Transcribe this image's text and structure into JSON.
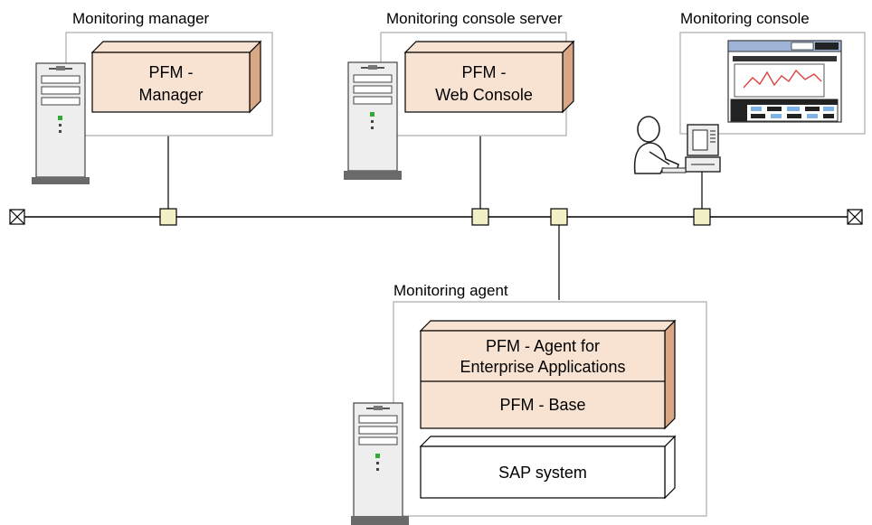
{
  "nodes": {
    "monitoring_manager": {
      "title": "Monitoring manager",
      "component_line1": "PFM -",
      "component_line2": "Manager"
    },
    "monitoring_console_server": {
      "title": "Monitoring console server",
      "component_line1": "PFM -",
      "component_line2": "Web Console"
    },
    "monitoring_console": {
      "title": "Monitoring console"
    },
    "monitoring_agent": {
      "title": "Monitoring agent",
      "agent_line1": "PFM - Agent for",
      "agent_line2": "Enterprise Applications",
      "base_label": "PFM - Base",
      "sap_label": "SAP system"
    }
  },
  "colors": {
    "component_front": "#f8e3d3",
    "component_side": "#d8a884",
    "network_node": "#f3f0c8",
    "frame": "#bbbbbb",
    "server_body": "#eeeeee",
    "server_base": "#6a6a6a",
    "led": "#33aa33",
    "chart_line": "#e04040",
    "table_highlight": "#7fb2e5"
  }
}
